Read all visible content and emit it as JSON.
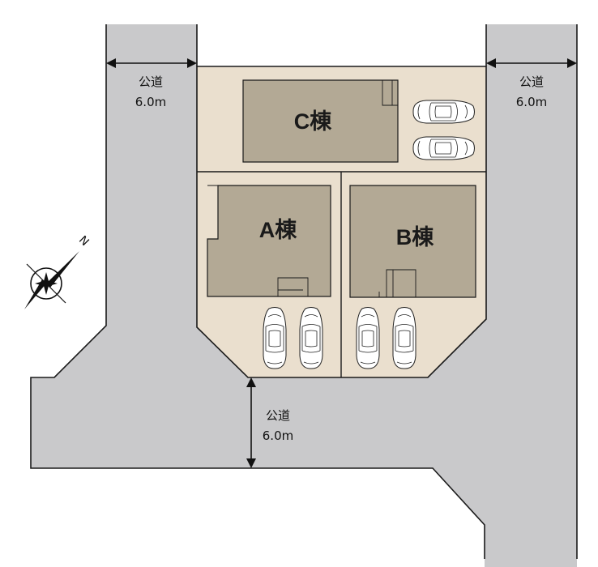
{
  "buildings": {
    "a": {
      "label": "A棟"
    },
    "b": {
      "label": "B棟"
    },
    "c": {
      "label": "C棟"
    }
  },
  "roads": {
    "west": {
      "line1": "公道",
      "line2": "6.0m"
    },
    "east": {
      "line1": "公道",
      "line2": "6.0m"
    },
    "south": {
      "line1": "公道",
      "line2": "6.0m"
    }
  },
  "compass": {
    "north_letter": "N"
  },
  "parking": {
    "spaces_per_building": 2
  },
  "colors": {
    "road": "#c9c9cb",
    "site": "#eadfce",
    "building": "#b3a995",
    "outline": "#1a1a1a"
  }
}
